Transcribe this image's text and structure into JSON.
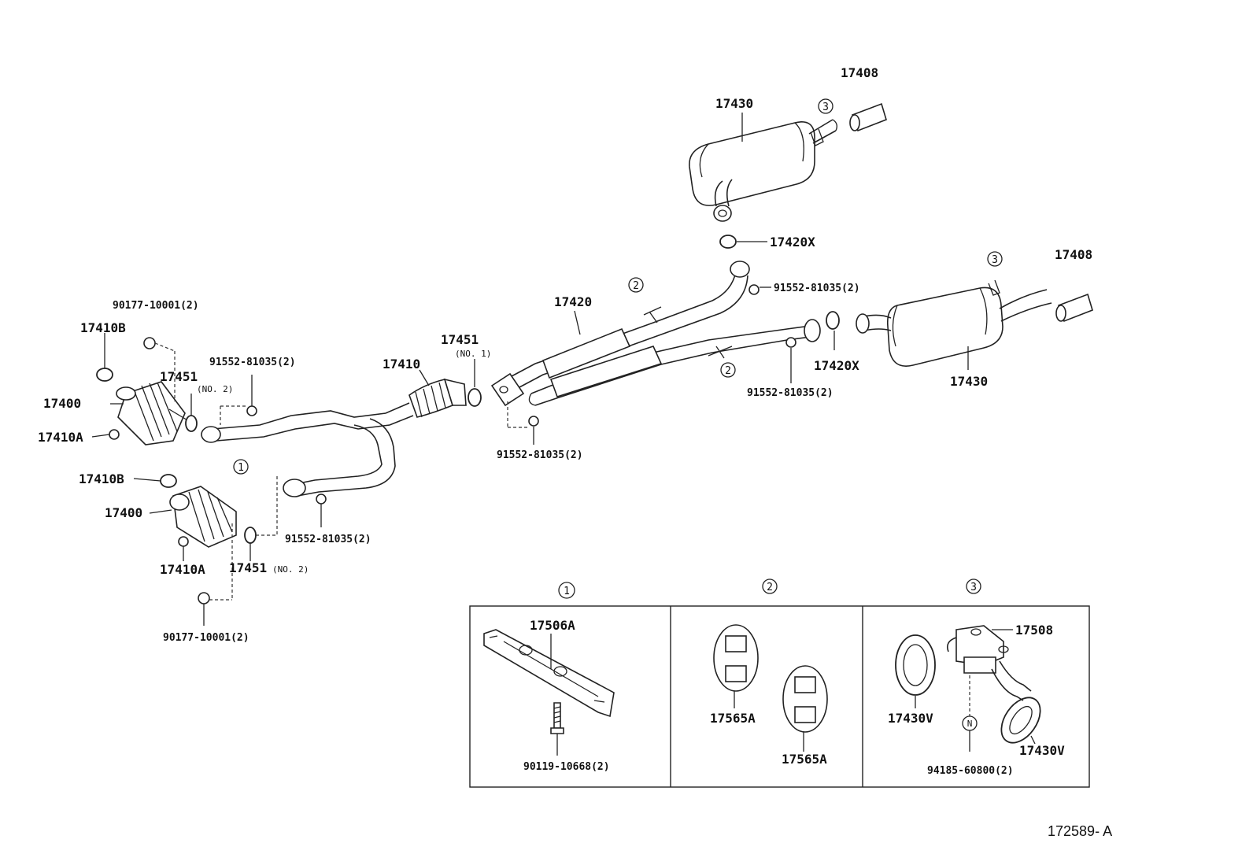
{
  "diagram_code": "172589- A",
  "callouts": {
    "c1": "1",
    "c2": "2",
    "c3": "3",
    "n": "N"
  },
  "labels": {
    "p17408_top": "17408",
    "p17430_top": "17430",
    "p17420X_top": "17420X",
    "p91552_a": "91552-81035(2)",
    "p17408_right": "17408",
    "p17420": "17420",
    "p17420X_right": "17420X",
    "p17430_right": "17430",
    "p91552_b": "91552-81035(2)",
    "p17451_no1": "17451",
    "no1": "(NO. 1)",
    "p17410": "17410",
    "p91552_c": "91552-81035(2)",
    "p90177_top": "90177-10001(2)",
    "p17410B_top": "17410B",
    "p17451_no2_top": "17451",
    "no2_top": "(NO. 2)",
    "p91552_d": "91552-81035(2)",
    "p17400_top": "17400",
    "p17410A_top": "17410A",
    "p17410B_bottom": "17410B",
    "p17400_bottom": "17400",
    "p91552_e": "91552-81035(2)",
    "p17410A_bottom": "17410A",
    "p17451_no2_bottom": "17451",
    "no2_bottom": "(NO. 2)",
    "p90177_bottom": "90177-10001(2)"
  },
  "inset": {
    "panel1": {
      "part_a": "17506A",
      "part_b": "90119-10668(2)"
    },
    "panel2": {
      "part_a": "17565A",
      "part_b": "17565A"
    },
    "panel3": {
      "part_a": "17508",
      "part_b": "17430V",
      "part_c": "17430V",
      "part_d": "94185-60800(2)"
    }
  }
}
